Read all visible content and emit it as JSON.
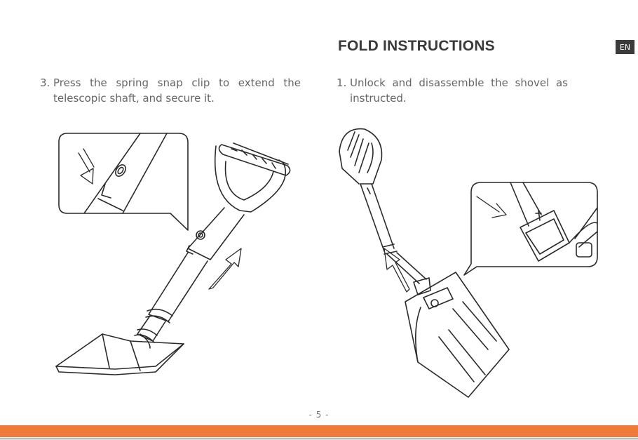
{
  "header": {
    "title": "FOLD INSTRUCTIONS",
    "language_badge": "EN"
  },
  "steps": [
    {
      "number": "3.",
      "text": "Press the spring snap clip to extend the telescopic shaft, and secure it."
    },
    {
      "number": "1.",
      "text": "Unlock and disassemble the shovel as instructed."
    }
  ],
  "footer": {
    "page_number": "- 5 -",
    "accent_color": "#ef7a3a"
  },
  "illustrations": [
    {
      "name": "shovel-extended-illustration"
    },
    {
      "name": "shovel-folding-illustration"
    }
  ]
}
